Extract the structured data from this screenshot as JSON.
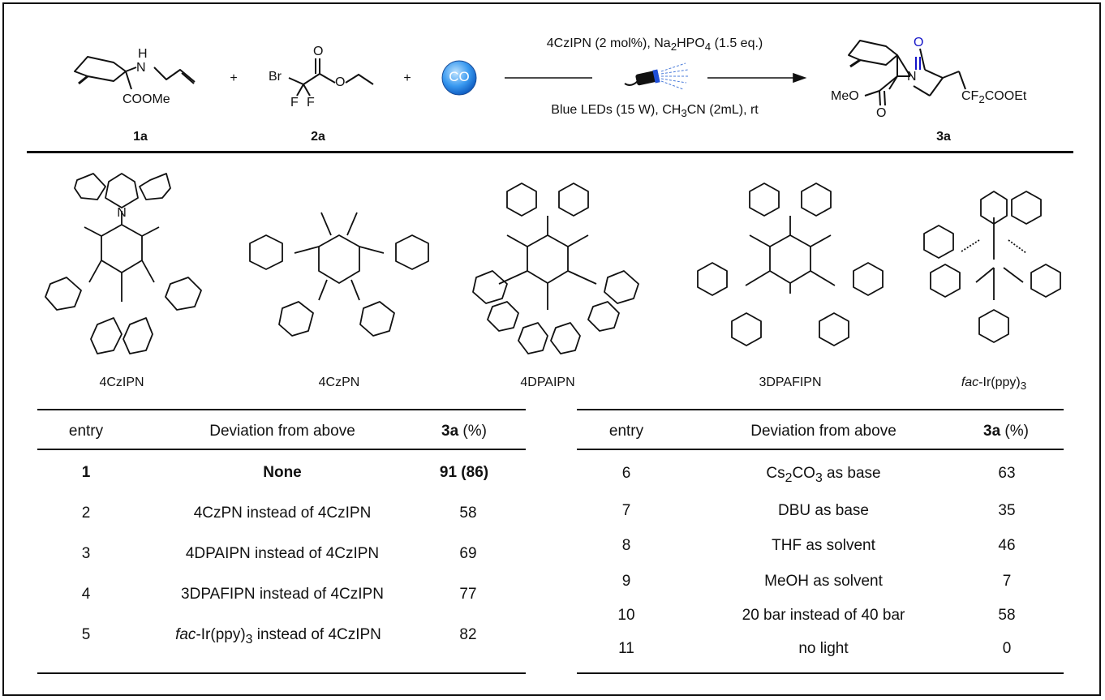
{
  "reaction": {
    "plus": "+",
    "co": "CO",
    "conditions_top": {
      "pre": "4CzIPN (2 mol%), Na",
      "sub1": "2",
      "mid": "HPO",
      "sub2": "4",
      "post": " (1.5 eq.)"
    },
    "conditions_bottom": {
      "pre": "Blue LEDs (15 W), CH",
      "sub1": "3",
      "post": "CN (2mL), rt"
    },
    "compound_1a": {
      "label": "1a",
      "nh": "N",
      "h": "H",
      "ester": "COOMe"
    },
    "compound_2a": {
      "label": "2a",
      "br": "Br",
      "f1": "F",
      "f2": "F",
      "o": "O",
      "o2": "O"
    },
    "compound_3a": {
      "label": "3a",
      "o": "O",
      "n": "N",
      "meo": "MeO",
      "o2": "O",
      "cf": {
        "pre": "CF",
        "sub": "2",
        "post": "COOEt"
      }
    }
  },
  "catalysts": [
    {
      "name": "4CzIPN"
    },
    {
      "name": "4CzPN"
    },
    {
      "name": "4DPAIPN"
    },
    {
      "name": "3DPAFIPN"
    },
    {
      "name_italic": "fac",
      "name_rest": "-Ir(ppy)",
      "name_sub": "3"
    }
  ],
  "table_left": {
    "headers": {
      "entry": "entry",
      "deviation": "Deviation from above",
      "yield_bold": "3a",
      "yield_rest": " (%)"
    },
    "rows": [
      {
        "entry": "1",
        "deviation": "None",
        "yield": "91 (86)"
      },
      {
        "entry": "2",
        "deviation": "4CzPN instead of 4CzIPN",
        "yield": "58"
      },
      {
        "entry": "3",
        "deviation": "4DPAIPN instead of 4CzIPN",
        "yield": "69"
      },
      {
        "entry": "4",
        "deviation": "3DPAFIPN instead of 4CzIPN",
        "yield": "77"
      },
      {
        "entry": "5",
        "deviation_italic": "fac",
        "deviation_mid": "-Ir(ppy)",
        "deviation_sub": "3",
        "deviation_post": " instead of 4CzIPN",
        "yield": "82"
      }
    ]
  },
  "table_right": {
    "headers": {
      "entry": "entry",
      "deviation": "Deviation from above",
      "yield_bold": "3a",
      "yield_rest": " (%)"
    },
    "rows": [
      {
        "entry": "6",
        "deviation_pre": "Cs",
        "deviation_sub1": "2",
        "deviation_mid": "CO",
        "deviation_sub2": "3",
        "deviation_post": " as base",
        "yield": "63"
      },
      {
        "entry": "7",
        "deviation": "DBU as base",
        "yield": "35"
      },
      {
        "entry": "8",
        "deviation": "THF as solvent",
        "yield": "46"
      },
      {
        "entry": "9",
        "deviation": "MeOH as solvent",
        "yield": "7"
      },
      {
        "entry": "10",
        "deviation": "20 bar instead of 40 bar",
        "yield": "58"
      },
      {
        "entry": "11",
        "deviation": "no light",
        "yield": "0"
      }
    ]
  }
}
